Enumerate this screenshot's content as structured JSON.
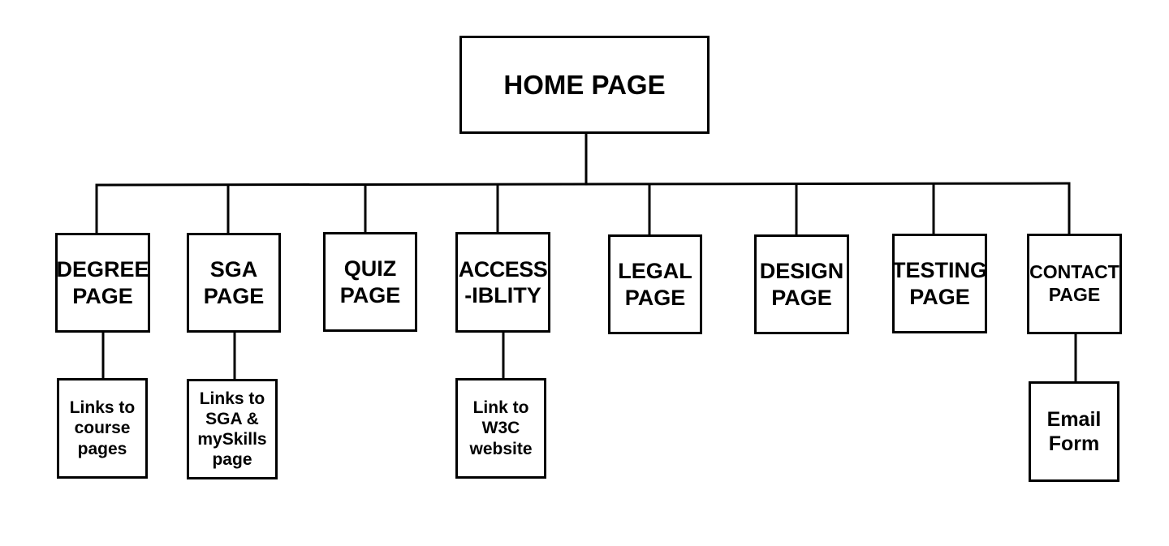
{
  "root": {
    "lines": [
      "HOME PAGE"
    ]
  },
  "pages": [
    {
      "id": "degree",
      "lines": [
        "DEGREE",
        "PAGE"
      ]
    },
    {
      "id": "sga",
      "lines": [
        "SGA",
        "PAGE"
      ]
    },
    {
      "id": "quiz",
      "lines": [
        "QUIZ",
        "PAGE"
      ]
    },
    {
      "id": "access",
      "lines": [
        "ACCESS",
        "-IBLITY"
      ]
    },
    {
      "id": "legal",
      "lines": [
        "LEGAL",
        "PAGE"
      ]
    },
    {
      "id": "design",
      "lines": [
        "DESIGN",
        "PAGE"
      ]
    },
    {
      "id": "testing",
      "lines": [
        "TESTING",
        "PAGE"
      ]
    },
    {
      "id": "contact",
      "lines": [
        "CONTACT",
        "PAGE"
      ]
    }
  ],
  "subpages": [
    {
      "id": "links-course",
      "parent": "degree",
      "lines": [
        "Links to",
        "course",
        "pages"
      ]
    },
    {
      "id": "links-sga",
      "parent": "sga",
      "lines": [
        "Links to",
        "SGA &",
        "mySkills",
        "page"
      ]
    },
    {
      "id": "link-w3c",
      "parent": "access",
      "lines": [
        "Link to",
        "W3C",
        "website"
      ]
    },
    {
      "id": "email",
      "parent": "contact",
      "lines": [
        "Email",
        "Form"
      ]
    }
  ],
  "colors": {
    "stroke": "#000000",
    "background": "#ffffff"
  }
}
